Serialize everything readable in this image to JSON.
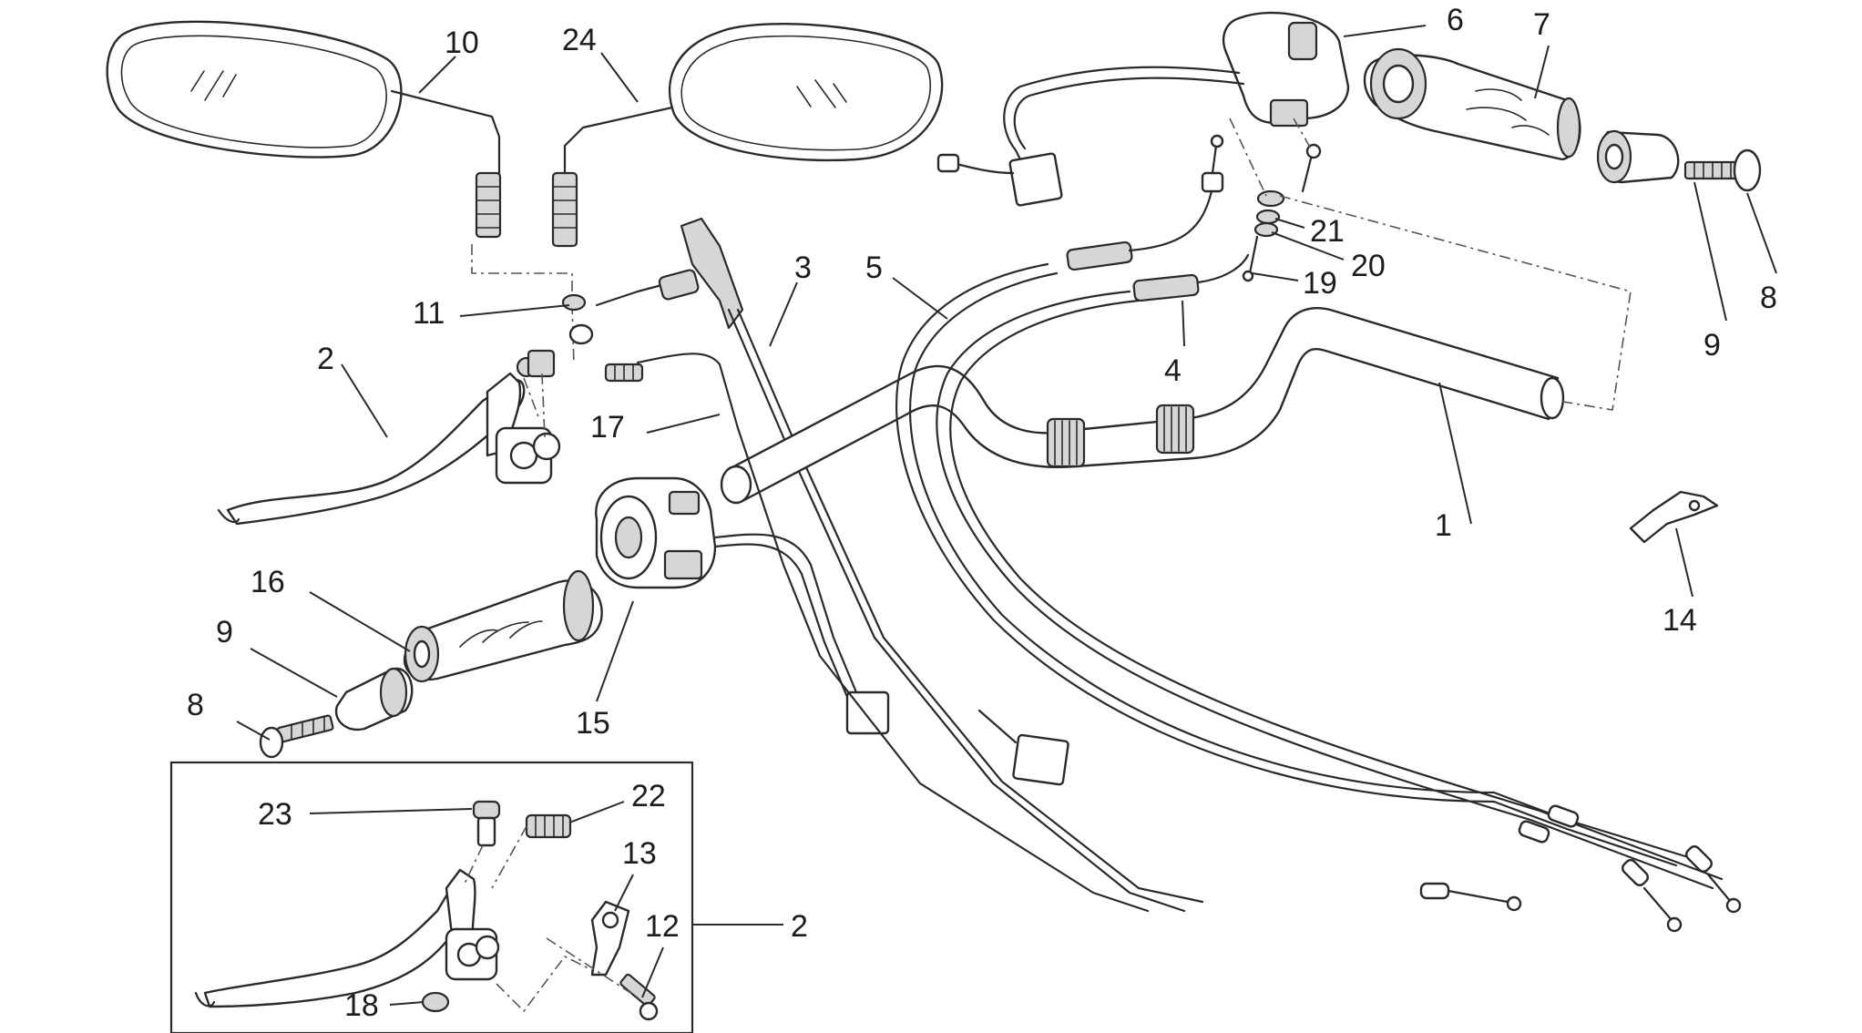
{
  "callouts": {
    "c1": "1",
    "c2a": "2",
    "c2b": "2",
    "c3": "3",
    "c4": "4",
    "c5": "5",
    "c6": "6",
    "c7": "7",
    "c8a": "8",
    "c8b": "8",
    "c9a": "9",
    "c9b": "9",
    "c10": "10",
    "c11": "11",
    "c12": "12",
    "c13": "13",
    "c14": "14",
    "c15": "15",
    "c16": "16",
    "c17": "17",
    "c18": "18",
    "c19": "19",
    "c20": "20",
    "c21": "21",
    "c22": "22",
    "c23": "23",
    "c24": "24"
  }
}
